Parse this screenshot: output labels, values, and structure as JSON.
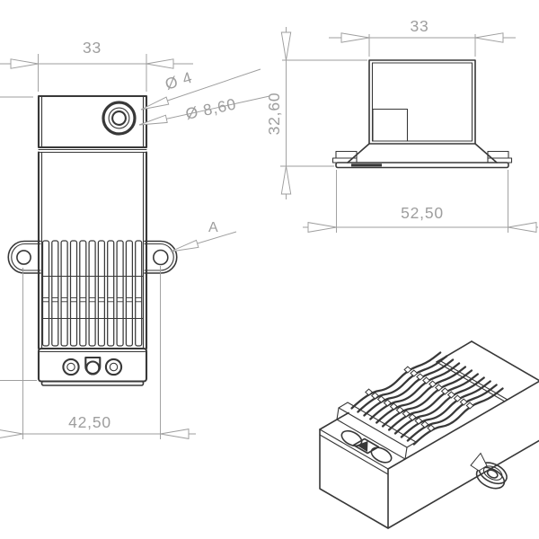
{
  "colors": {
    "part_line": "#383838",
    "dimension": "#9e9e9e",
    "background": "#ffffff"
  },
  "front_view": {
    "dim_width": "33",
    "dim_mount_spacing": "42,50",
    "callout_inner_hole": "Ø 4",
    "callout_outer_hole": "Ø 8,60",
    "section_label": "A",
    "fin_count": 11
  },
  "side_view": {
    "dim_width": "33",
    "dim_height": "32,60",
    "dim_base_width": "52,50"
  },
  "iso_view": {
    "fin_count": 11
  }
}
